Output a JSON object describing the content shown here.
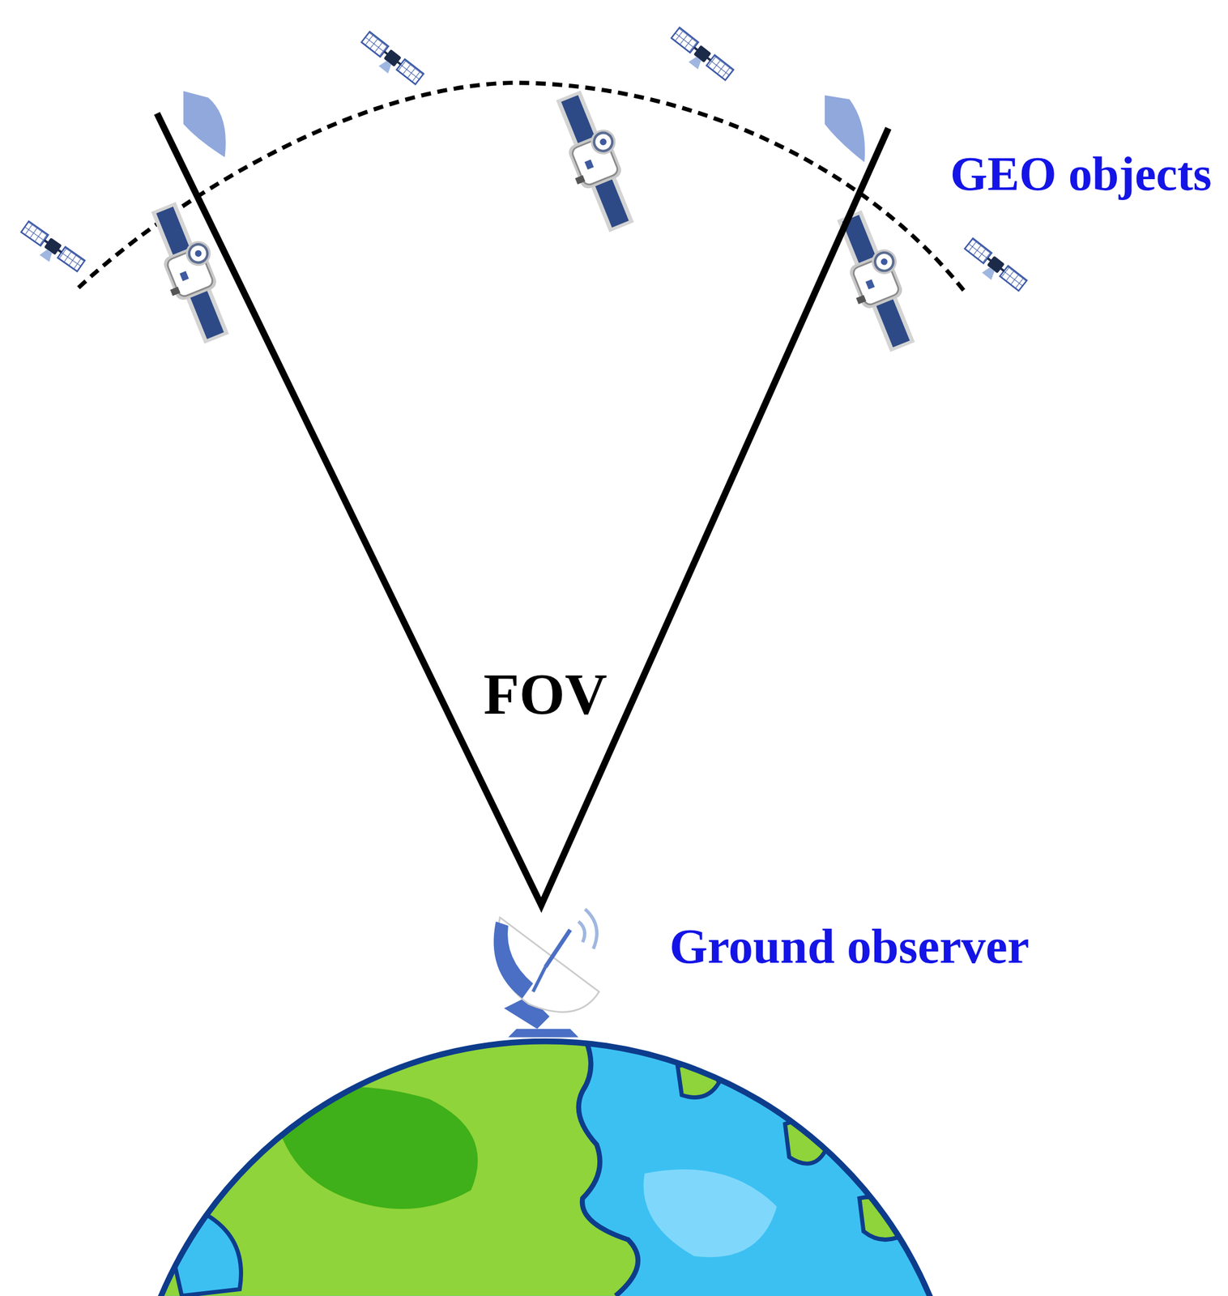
{
  "diagram": {
    "labels": [
      "GEO objects",
      "FOV",
      "Ground observer"
    ]
  }
}
